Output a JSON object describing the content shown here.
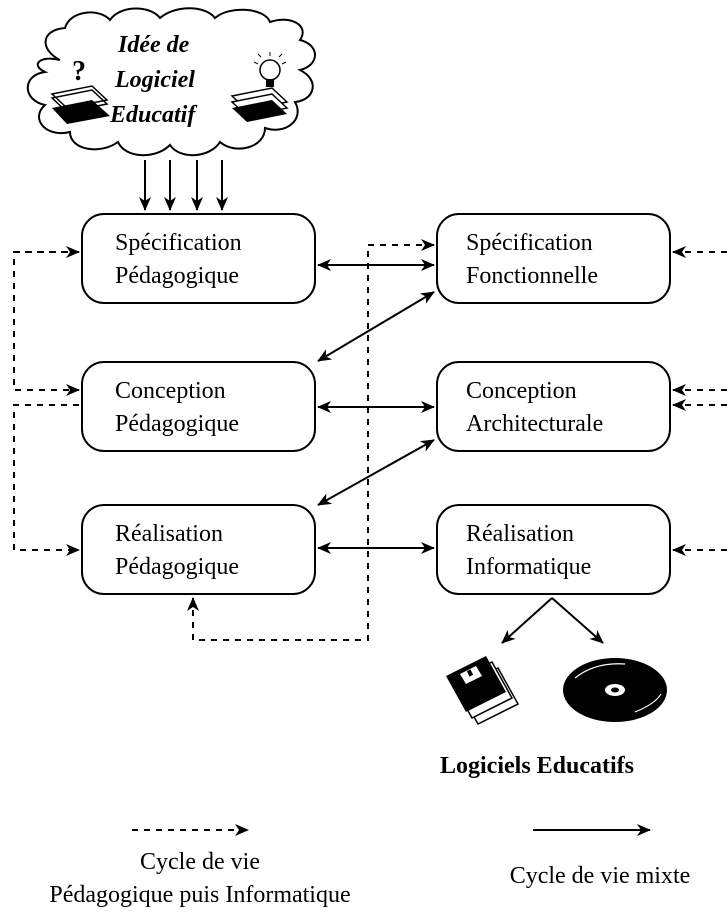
{
  "cloud": {
    "line1": "Idée de",
    "line2": "Logiciel",
    "line3": "Educatif"
  },
  "boxes": {
    "spec_ped": {
      "line1": "Spécification",
      "line2": "Pédagogique"
    },
    "spec_fonc": {
      "line1": "Spécification",
      "line2": "Fonctionnelle"
    },
    "conc_ped": {
      "line1": "Conception",
      "line2": "Pédagogique"
    },
    "conc_arch": {
      "line1": "Conception",
      "line2": "Architecturale"
    },
    "real_ped": {
      "line1": "Réalisation",
      "line2": "Pédagogique"
    },
    "real_info": {
      "line1": "Réalisation",
      "line2": "Informatique"
    }
  },
  "output_label": "Logiciels Educatifs",
  "legend": {
    "dashed": {
      "line1": "Cycle de vie",
      "line2": "Pédagogique puis Informatique"
    },
    "solid": {
      "line1": "Cycle de vie mixte"
    }
  },
  "icons": [
    "question-document-icon",
    "lightbulb-document-icon",
    "floppy-disks-icon",
    "cd-rom-icon"
  ]
}
